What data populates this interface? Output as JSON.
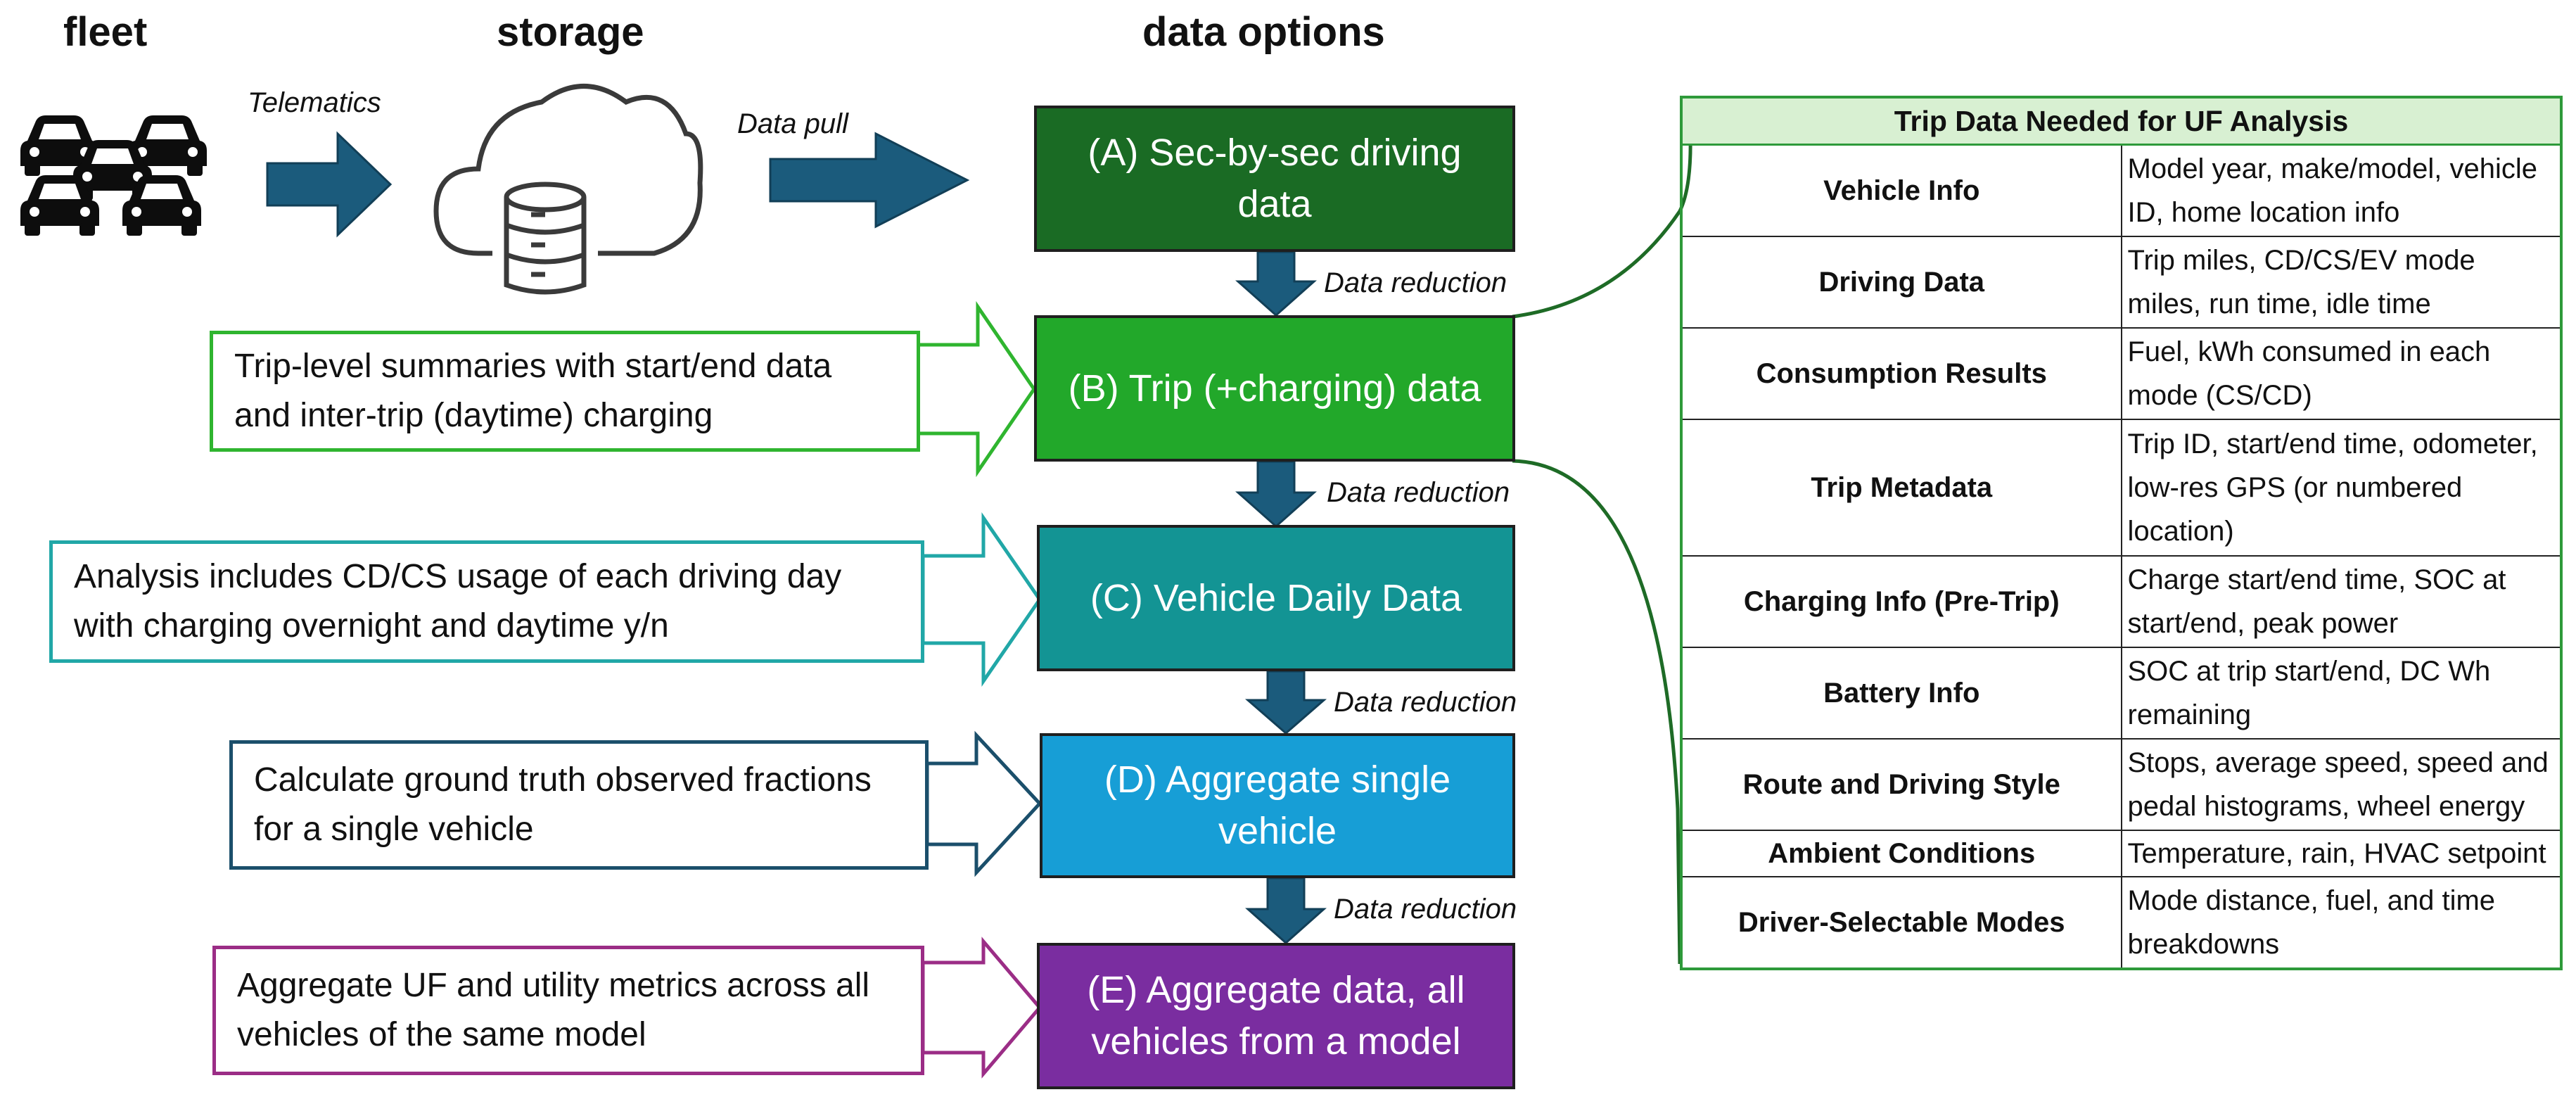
{
  "headers": {
    "fleet": "fleet",
    "storage": "storage",
    "data_options": "data options"
  },
  "flow_labels": {
    "telematics": "Telematics",
    "data_pull": "Data pull",
    "reduction_1": "Data reduction",
    "reduction_2": "Data reduction",
    "reduction_3": "Data reduction",
    "reduction_4": "Data reduction"
  },
  "options": [
    {
      "id": "A",
      "label": "(A) Sec-by-sec driving data",
      "color": "#1a6b24"
    },
    {
      "id": "B",
      "label": "(B) Trip (+charging) data",
      "color": "#22a82a"
    },
    {
      "id": "C",
      "label": "(C) Vehicle Daily Data",
      "color": "#139494"
    },
    {
      "id": "D",
      "label": "(D) Aggregate single vehicle",
      "color": "#179ed6"
    },
    {
      "id": "E",
      "label": "(E) Aggregate data, all vehicles from a model",
      "color": "#7a2da0"
    }
  ],
  "notes": [
    {
      "target": "B",
      "text": "Trip-level summaries with start/end data and inter-trip (daytime) charging",
      "color": "#2fb52f"
    },
    {
      "target": "C",
      "text": "Analysis includes CD/CS usage of each driving day with charging overnight and daytime y/n",
      "color": "#21a7a7"
    },
    {
      "target": "D",
      "text": "Calculate ground truth observed fractions for a single vehicle",
      "color": "#1b4f6b"
    },
    {
      "target": "E",
      "text": "Aggregate UF and utility metrics across all vehicles of the same model",
      "color": "#9b2d86"
    }
  ],
  "table": {
    "title": "Trip Data Needed for UF Analysis",
    "rows": [
      {
        "category": "Vehicle Info",
        "details": "Model year, make/model, vehicle ID, home location info"
      },
      {
        "category": "Driving Data",
        "details": "Trip miles, CD/CS/EV mode miles, run time, idle time"
      },
      {
        "category": "Consumption Results",
        "details": "Fuel, kWh consumed in each mode (CS/CD)"
      },
      {
        "category": "Trip Metadata",
        "details": "Trip ID, start/end time, odometer, low-res GPS (or numbered location)"
      },
      {
        "category": "Charging Info (Pre-Trip)",
        "details": "Charge start/end time, SOC at start/end, peak power"
      },
      {
        "category": "Battery Info",
        "details": "SOC at trip start/end, DC Wh remaining"
      },
      {
        "category": "Route and Driving Style",
        "details": "Stops, average speed, speed and pedal histograms, wheel energy"
      },
      {
        "category": "Ambient Conditions",
        "details": "Temperature, rain, HVAC setpoint"
      },
      {
        "category": "Driver-Selectable Modes",
        "details": "Mode distance, fuel, and time breakdowns"
      }
    ]
  },
  "colors": {
    "arrow": "#1b5b7c",
    "table_border": "#2e9a3a",
    "table_header_bg": "#d8f0d2",
    "connector": "#1e6b26"
  },
  "icons": [
    "car-fleet-icon",
    "cloud-database-icon"
  ]
}
